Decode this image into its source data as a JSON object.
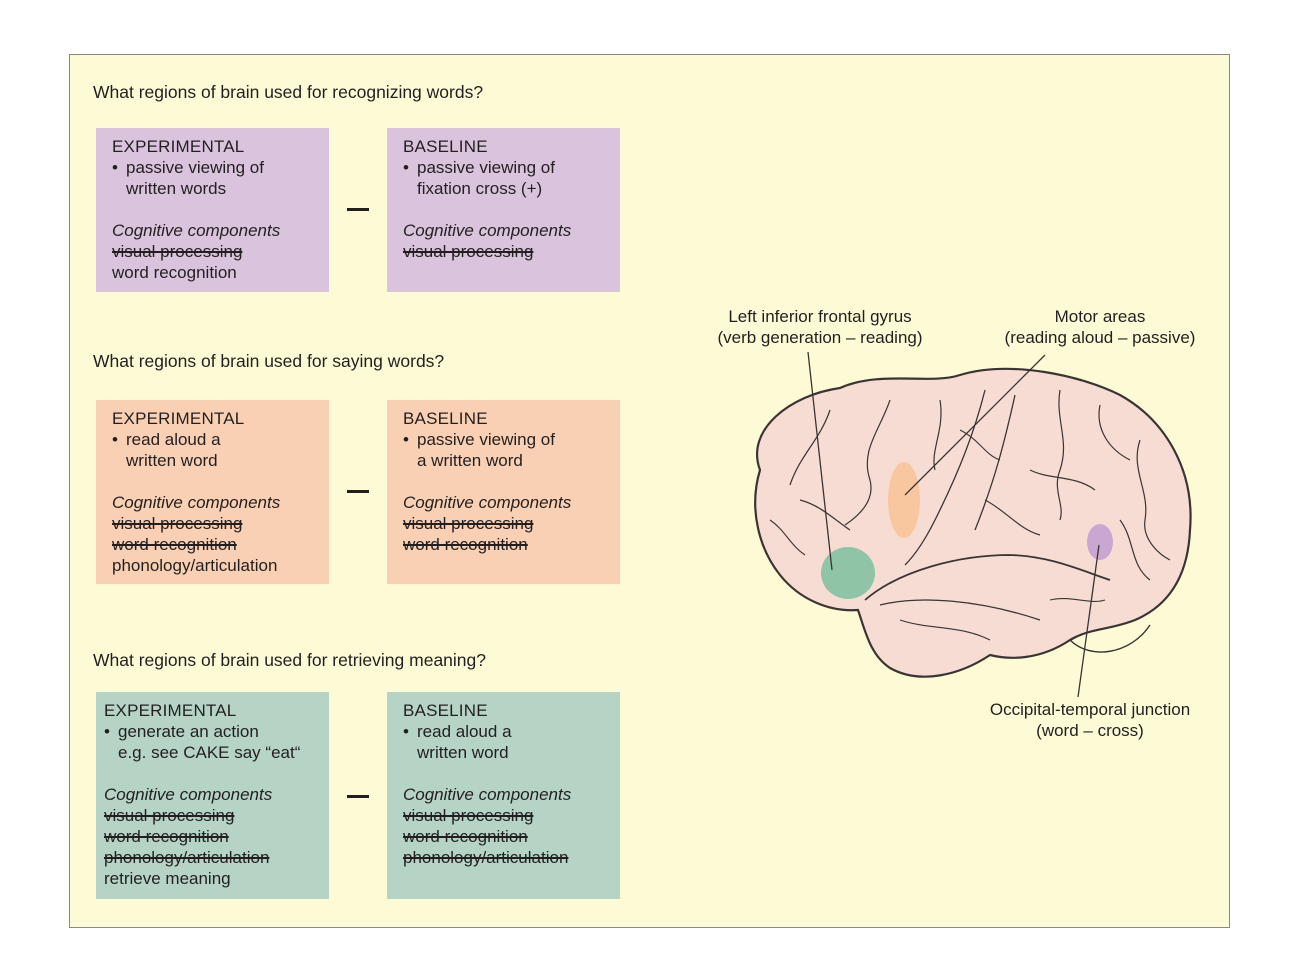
{
  "sections": [
    {
      "question": "What regions of brain used for recognizing words?",
      "experimental": {
        "heading": "EXPERIMENTAL",
        "task": [
          "passive viewing of",
          "written words"
        ],
        "components_heading": "Cognitive components",
        "struck": [
          "visual processing"
        ],
        "active": [
          "word recognition"
        ]
      },
      "minus": "–",
      "baseline": {
        "heading": "BASELINE",
        "task": [
          "passive viewing of",
          "fixation cross (+)"
        ],
        "components_heading": "Cognitive components",
        "struck": [
          "visual processing"
        ]
      }
    },
    {
      "question": "What regions of brain used for saying words?",
      "experimental": {
        "heading": "EXPERIMENTAL",
        "task": [
          "read aloud a",
          "written word"
        ],
        "components_heading": "Cognitive components",
        "struck": [
          "visual processing",
          "word recognition"
        ],
        "active": [
          "phonology/articulation"
        ]
      },
      "minus": "–",
      "baseline": {
        "heading": "BASELINE",
        "task": [
          "passive viewing of",
          "a written word"
        ],
        "components_heading": "Cognitive components",
        "struck": [
          "visual processing",
          "word recognition"
        ]
      }
    },
    {
      "question": "What regions of brain used for retrieving meaning?",
      "experimental": {
        "heading": "EXPERIMENTAL",
        "task": [
          "generate an action",
          "e.g. see CAKE say “eat“"
        ],
        "components_heading": "Cognitive components",
        "struck": [
          "visual processing",
          "word recognition",
          "phonology/articulation"
        ],
        "active": [
          "retrieve meaning"
        ]
      },
      "minus": "–",
      "baseline": {
        "heading": "BASELINE",
        "task": [
          "read aloud a",
          "written word"
        ],
        "components_heading": "Cognitive components",
        "struck": [
          "visual processing",
          "word recognition",
          "phonology/articulation"
        ]
      }
    }
  ],
  "brain_labels": {
    "frontal": [
      "Left inferior frontal gyrus",
      "(verb generation – reading)"
    ],
    "motor": [
      "Motor areas",
      "(reading aloud – passive)"
    ],
    "occipital": [
      "Occipital-temporal junction",
      "(word – cross)"
    ]
  },
  "colors": {
    "panel_bg": "#fdfad6",
    "section1_box": "#d9c3dd",
    "section2_box": "#f9d0b4",
    "section3_box": "#b5d4c6",
    "brain_fill": "#f7dcd4",
    "frontal_region": "#8fc4a6",
    "motor_region": "#f8c7a0",
    "occipital_region": "#c9a7d2"
  }
}
